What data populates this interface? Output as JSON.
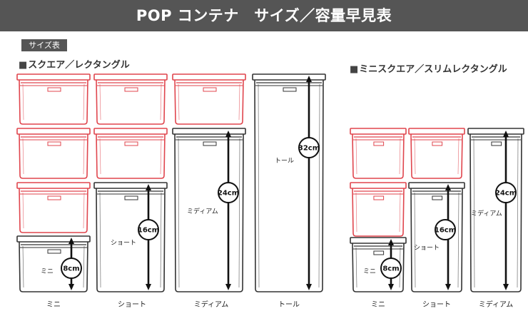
{
  "title": "POP コンテナ　サイズ／容量早見表",
  "size_tag": "サイズ表",
  "sections": {
    "left": {
      "marker": "■",
      "heading": "スクエア／レクタングル"
    },
    "right": {
      "marker": "■",
      "heading": "ミニスクエア／スリムレクタングル"
    }
  },
  "colors": {
    "red": "#e0454d",
    "dark": "#333333",
    "header_bg": "#555555"
  },
  "inner_labels": {
    "mini": "ミニ",
    "short": "ショート",
    "medium": "ミディアム",
    "tall": "トール"
  },
  "heights": {
    "mini": "8cm",
    "short": "16cm",
    "medium": "24cm",
    "tall": "32cm"
  },
  "bottom_labels": {
    "left": [
      "ミニ",
      "ショート",
      "ミディアム",
      "トール"
    ],
    "right": [
      "ミニ",
      "ショート",
      "ミディアム"
    ]
  }
}
